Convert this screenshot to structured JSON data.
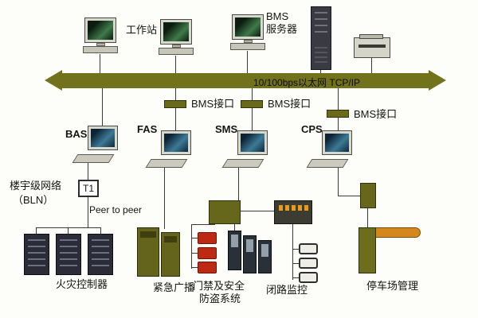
{
  "colors": {
    "backbone_olive": "#72721c",
    "device_olive": "#67671c",
    "arm_orange": "#d4881c",
    "alarm_red": "#bc2a14",
    "cabinet_dark": "#2c2c38"
  },
  "top": {
    "workstation_label": "工作站",
    "bms_server_label_line1": "BMS",
    "bms_server_label_line2": "服务器"
  },
  "backbone": {
    "label": "10/100bps以太网  TCP/IP"
  },
  "interfaces": [
    {
      "label": "BMS接口"
    },
    {
      "label": "BMS接口"
    },
    {
      "label": "BMS接口"
    }
  ],
  "subsystems": [
    {
      "label": "BAS"
    },
    {
      "label": "FAS"
    },
    {
      "label": "SMS"
    },
    {
      "label": "CPS"
    }
  ],
  "bln": {
    "label_line1": "楼宇级网络",
    "label_line2": "（BLN）",
    "t1_label": "T1",
    "peer_label": "Peer to peer"
  },
  "terminals": {
    "fire_controller": "火灾控制器",
    "emergency_broadcast": "紧急广播",
    "access_security_line1": "门禁及安全",
    "access_security_line2": "防盗系统",
    "cctv": "闭路监控",
    "parking": "停车场管理"
  }
}
